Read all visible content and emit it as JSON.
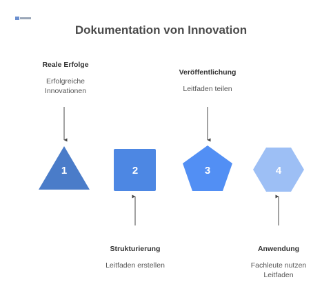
{
  "title": "Dokumentation von Innovation",
  "steps": [
    {
      "number": "1",
      "heading": "Reale Erfolge",
      "description": "Erfolgreiche Innovationen",
      "shape": "triangle",
      "color": "#4a7cc9"
    },
    {
      "number": "2",
      "heading": "Strukturierung",
      "description": "Leitfaden erstellen",
      "shape": "square",
      "color": "#4d87e3"
    },
    {
      "number": "3",
      "heading": "Veröffentlichung",
      "description": "Leitfaden teilen",
      "shape": "pentagon",
      "color": "#528ff4"
    },
    {
      "number": "4",
      "heading": "Anwendung",
      "description": "Fachleute nutzen Leitfaden",
      "shape": "hexagon",
      "color": "#9dbff5"
    }
  ]
}
